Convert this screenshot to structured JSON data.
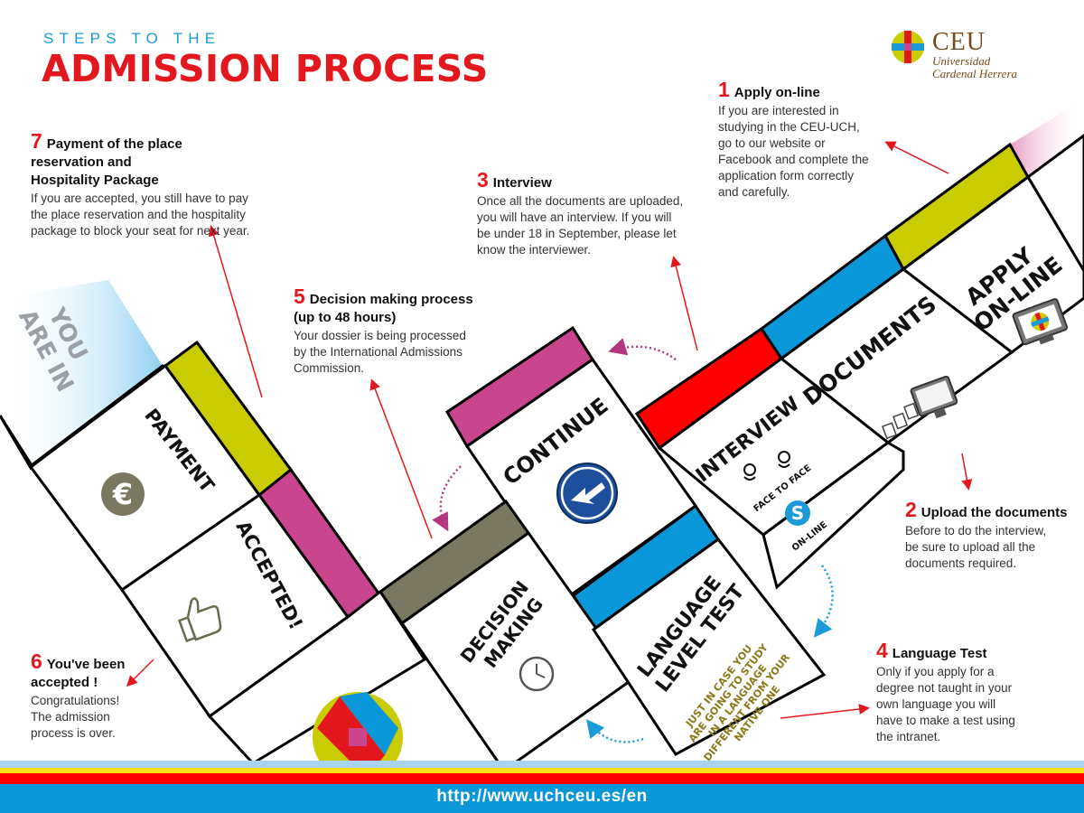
{
  "header": {
    "subtitle": "STEPS TO THE",
    "title": "ADMISSION PROCESS"
  },
  "logo": {
    "name": "CEU",
    "line1": "Universidad",
    "line2": "Cardenal Herrera"
  },
  "board": {
    "start_label": [
      "YOU",
      "ARE IN"
    ],
    "tiles": [
      {
        "label": [
          "APPLY",
          "ON-LINE"
        ],
        "icon": "monitor-logo-icon"
      },
      {
        "label": [
          "DOCUMENTS"
        ],
        "icon": "documents-monitor-icon"
      },
      {
        "label": [
          "INTERVIEW"
        ],
        "icon": "face-to-face-icon",
        "captions": [
          "FACE TO FACE",
          "ON-LINE"
        ]
      },
      {
        "label": [
          "CONTINUE"
        ],
        "icon": "arrow-sign-icon"
      },
      {
        "label": [
          "LANGUAGE",
          "LEVEL TEST"
        ],
        "icon": "",
        "note_lines": [
          "JUST IN CASE YOU",
          "ARE GOING TO STUDY",
          "IN A LANGUAGE",
          "DIFFERENT FROM YOUR",
          "NATIVE ONE"
        ]
      },
      {
        "label": [
          "DECISION",
          "MAKING"
        ],
        "icon": "clock-icon"
      },
      {
        "label": [
          "ACCEPTED!"
        ],
        "icon": "thumbs-up-icon"
      },
      {
        "label": [
          "PAYMENT"
        ],
        "icon": "euro-icon"
      }
    ],
    "colors": {
      "yellow": "#c9cc00",
      "blue": "#0a97d9",
      "red": "#ff0000",
      "magenta": "#c9468f",
      "grey": "#7a7763",
      "pink": "#e89bc4",
      "arrow_red": "#e3181f",
      "arrow_magenta": "#b3387f",
      "arrow_blue": "#1a9ad6"
    }
  },
  "steps": [
    {
      "num": "1",
      "title": "Apply on-line",
      "lines": [
        "If you are interested in",
        "studying in the CEU-UCH,",
        "go to our website or",
        "Facebook  and complete the",
        "application form correctly",
        "and carefully."
      ]
    },
    {
      "num": "2",
      "title": "Upload the documents",
      "lines": [
        "Before to do the interview,",
        "be sure to upload all the",
        "documents required."
      ]
    },
    {
      "num": "3",
      "title": "Interview",
      "lines": [
        "Once all the documents are uploaded,",
        "you will have an interview. If you will",
        "be under 18 in September, please let",
        "know the interviewer."
      ]
    },
    {
      "num": "4",
      "title": "Language Test",
      "lines": [
        "Only if you apply for a",
        "degree not taught in your",
        "own language you will",
        "have to make a test using",
        "the intranet."
      ]
    },
    {
      "num": "5",
      "title": "Decision making process",
      "title2": "(up to 48 hours)",
      "lines": [
        "Your dossier is being processed",
        "by the International Admissions",
        "Commission."
      ]
    },
    {
      "num": "6",
      "title": "You've been",
      "title2": "accepted !",
      "lines": [
        "Congratulations!",
        "The admission",
        "process is over."
      ]
    },
    {
      "num": "7",
      "title": "Payment of the place",
      "title2": "reservation and",
      "title3": "Hospitality Package",
      "lines": [
        "If you are accepted, you still have to pay",
        "the place reservation and the hospitality",
        "package to block your seat for next year."
      ]
    }
  ],
  "footer": {
    "url": "http://www.uchceu.es/en",
    "stripe_colors": [
      "#a9d3ee",
      "#f4e21b",
      "#ff0000",
      "#0a97d9"
    ]
  }
}
